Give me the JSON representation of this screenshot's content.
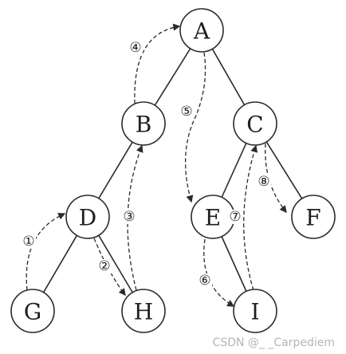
{
  "diagram": {
    "nodes": [
      {
        "id": "A",
        "label": "A"
      },
      {
        "id": "B",
        "label": "B"
      },
      {
        "id": "C",
        "label": "C"
      },
      {
        "id": "D",
        "label": "D"
      },
      {
        "id": "E",
        "label": "E"
      },
      {
        "id": "F",
        "label": "F"
      },
      {
        "id": "G",
        "label": "G"
      },
      {
        "id": "H",
        "label": "H"
      },
      {
        "id": "I",
        "label": "I"
      }
    ],
    "edges": [
      {
        "from": "A",
        "to": "B"
      },
      {
        "from": "A",
        "to": "C"
      },
      {
        "from": "B",
        "to": "D"
      },
      {
        "from": "C",
        "to": "E"
      },
      {
        "from": "C",
        "to": "F"
      },
      {
        "from": "D",
        "to": "G"
      },
      {
        "from": "D",
        "to": "H"
      },
      {
        "from": "E",
        "to": "I"
      }
    ],
    "traversal_steps": [
      {
        "step": "①",
        "from": "G",
        "to": "D"
      },
      {
        "step": "②",
        "from": "D",
        "to": "H"
      },
      {
        "step": "③",
        "from": "H",
        "to": "B"
      },
      {
        "step": "④",
        "from": "B",
        "to": "A"
      },
      {
        "step": "⑤",
        "from": "A",
        "to": "E"
      },
      {
        "step": "⑥",
        "from": "E",
        "to": "I"
      },
      {
        "step": "⑦",
        "from": "I",
        "to": "C"
      },
      {
        "step": "⑧",
        "from": "C",
        "to": "F"
      }
    ]
  },
  "watermark": "CSDN @_ _Carpediem"
}
